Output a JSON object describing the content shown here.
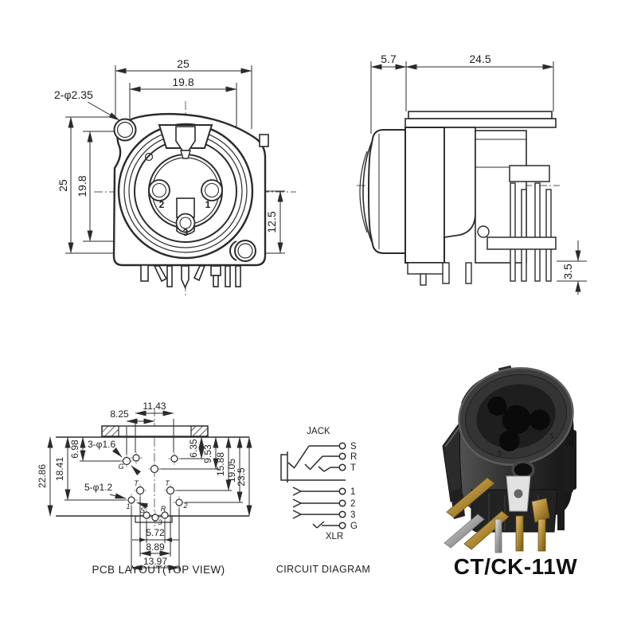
{
  "front_view": {
    "dim_width_outer": "25",
    "dim_width_inner": "19.8",
    "dim_mount_holes": "2-φ2.35",
    "dim_height_outer": "25",
    "dim_height_inner": "19.8",
    "dim_height_right": "12.5",
    "pin_left": "2",
    "pin_right": "1",
    "pin_bottom": "3"
  },
  "side_view": {
    "dim_front": "5.7",
    "dim_body": "24.5",
    "dim_pin": "3.5"
  },
  "pcb": {
    "caption": "PCB LAYOUT(TOP VIEW)",
    "dim_top_outer": "11.43",
    "dim_top_inner": "8.25",
    "callout_small_holes": "3-φ1.6",
    "callout_pin_holes": "5-φ1.2",
    "dim_left_outer": "22.86",
    "dim_left_mid": "18.41",
    "dim_left_inner": "6.98",
    "dim_right_1": "6.35",
    "dim_right_2": "9.53",
    "dim_right_3": "15.88",
    "dim_right_4": "19.05",
    "dim_right_5": "23.5",
    "dim_bottom_inner": "5.72",
    "dim_bottom_mid": "8.89",
    "dim_bottom_outer": "13.97",
    "labels": {
      "g": "G",
      "t1": "T",
      "t2": "T",
      "p1": "1",
      "p2": "2",
      "s": "S",
      "r": "R",
      "p3": "3"
    }
  },
  "circuit": {
    "caption": "CIRCUIT DIAGRAM",
    "jack_label": "JACK",
    "xlr_label": "XLR",
    "jack_terminals": [
      "S",
      "R",
      "T"
    ],
    "xlr_terminals": [
      "1",
      "2",
      "3",
      "G"
    ]
  },
  "product": {
    "model_label": "CT/CK-11W",
    "face_pins": {
      "p1": "1",
      "p2": "2",
      "p3": "3"
    }
  },
  "colors": {
    "line": "#2b2b2b",
    "gold": "#b08d3e",
    "silver": "#9a9a9a",
    "body": "#2f2f2f"
  }
}
